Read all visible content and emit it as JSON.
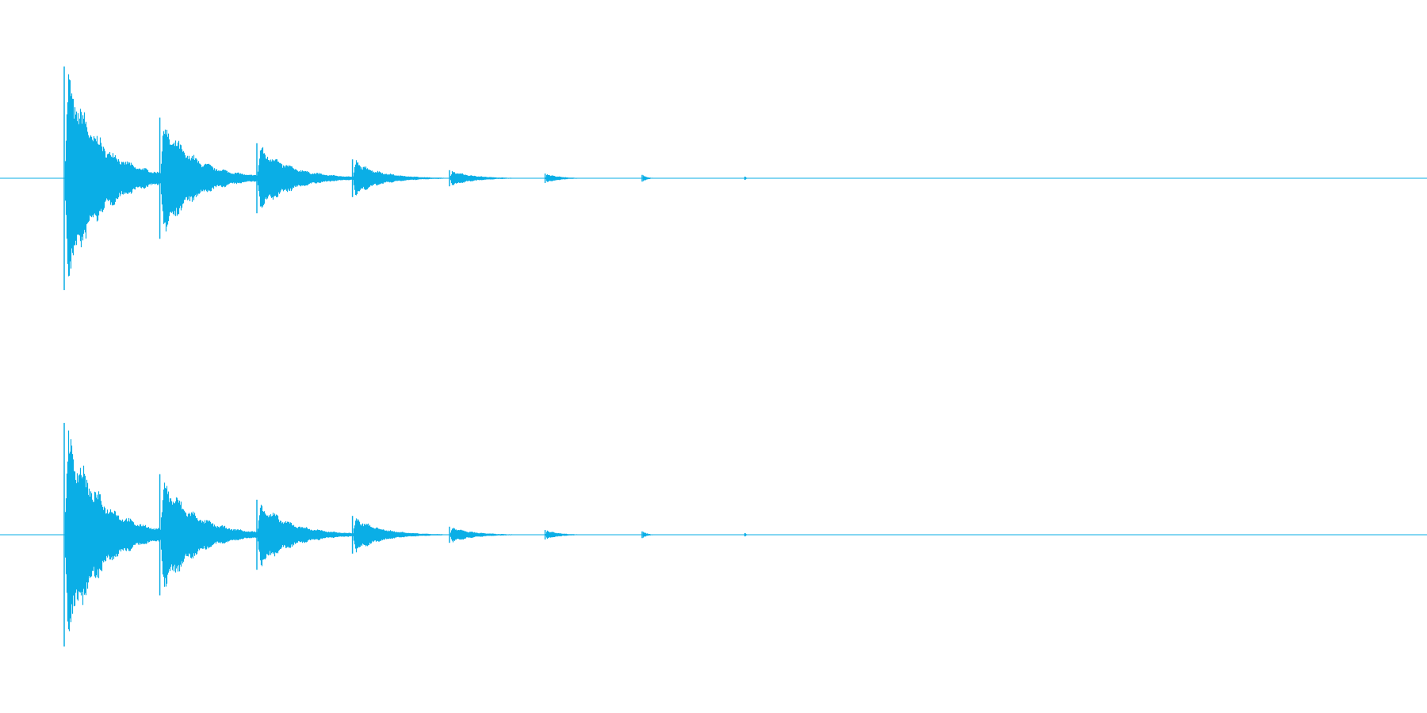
{
  "waveform_color": "#0aaee6",
  "chart_data": {
    "type": "area",
    "title": "",
    "xlabel": "",
    "ylabel": "",
    "ylim": [
      -1,
      1
    ],
    "grid": false,
    "legend": "none",
    "channels": [
      {
        "channel": "left",
        "bursts": [
          {
            "onset": 0.045,
            "peak": 0.83,
            "decay_end": 0.113
          },
          {
            "onset": 0.112,
            "peak": 0.45,
            "decay_end": 0.179
          },
          {
            "onset": 0.18,
            "peak": 0.26,
            "decay_end": 0.245
          },
          {
            "onset": 0.247,
            "peak": 0.14,
            "decay_end": 0.3
          },
          {
            "onset": 0.315,
            "peak": 0.06,
            "decay_end": 0.36
          },
          {
            "onset": 0.382,
            "peak": 0.035,
            "decay_end": 0.41
          },
          {
            "onset": 0.45,
            "peak": 0.025,
            "decay_end": 0.46
          },
          {
            "onset": 0.522,
            "peak": 0.012,
            "decay_end": 0.525
          }
        ]
      },
      {
        "channel": "right",
        "bursts": [
          {
            "onset": 0.045,
            "peak": 0.83,
            "decay_end": 0.113
          },
          {
            "onset": 0.112,
            "peak": 0.45,
            "decay_end": 0.179
          },
          {
            "onset": 0.18,
            "peak": 0.26,
            "decay_end": 0.245
          },
          {
            "onset": 0.247,
            "peak": 0.14,
            "decay_end": 0.3
          },
          {
            "onset": 0.315,
            "peak": 0.06,
            "decay_end": 0.36
          },
          {
            "onset": 0.382,
            "peak": 0.035,
            "decay_end": 0.41
          },
          {
            "onset": 0.45,
            "peak": 0.025,
            "decay_end": 0.46
          },
          {
            "onset": 0.522,
            "peak": 0.012,
            "decay_end": 0.525
          }
        ]
      }
    ]
  }
}
